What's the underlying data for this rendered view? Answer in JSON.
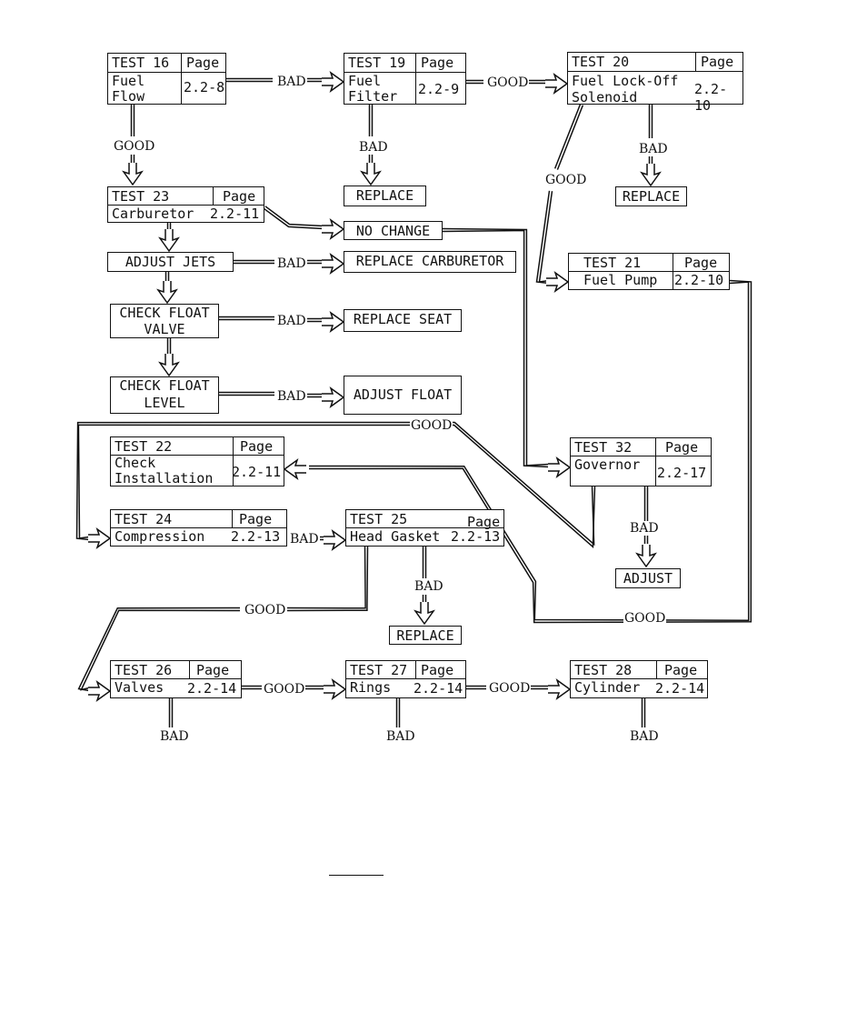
{
  "tests": {
    "t16": {
      "test": "TEST 16",
      "page_hdr": "Page",
      "name_l1": "Fuel",
      "name_l2": "Flow",
      "page": "2.2-8"
    },
    "t19": {
      "test": "TEST 19",
      "page_hdr": "Page",
      "name_l1": "Fuel",
      "name_l2": "Filter",
      "page": "2.2-9"
    },
    "t20": {
      "test": "TEST 20",
      "page_hdr": "Page",
      "name_l1": "Fuel Lock-Off",
      "name_l2": "Solenoid",
      "page": "2.2-10"
    },
    "t23": {
      "test": "TEST 23",
      "page_hdr": "Page",
      "name_l1": "Carburetor",
      "page": "2.2-11"
    },
    "t21": {
      "test": "TEST 21",
      "page_hdr": "Page",
      "name_l1": "Fuel Pump",
      "page": "2.2-10"
    },
    "t22": {
      "test": "TEST 22",
      "page_hdr": "Page",
      "name_l1": "Check",
      "name_l2": "Installation",
      "page": "2.2-11"
    },
    "t32": {
      "test": "TEST 32",
      "page_hdr": "Page",
      "name_l1": "Governor",
      "page": "2.2-17"
    },
    "t24": {
      "test": "TEST 24",
      "page_hdr": "Page",
      "name_l1": "Compression",
      "page": "2.2-13"
    },
    "t25": {
      "test": "TEST 25",
      "page_hdr": "Page",
      "name_l1": "Head Gasket",
      "page": "2.2-13"
    },
    "t26": {
      "test": "TEST 26",
      "page_hdr": "Page",
      "name_l1": "Valves",
      "page": "2.2-14"
    },
    "t27": {
      "test": "TEST 27",
      "page_hdr": "Page",
      "name_l1": "Rings",
      "page": "2.2-14"
    },
    "t28": {
      "test": "TEST 28",
      "page_hdr": "Page",
      "name_l1": "Cylinder",
      "page": "2.2-14"
    }
  },
  "actions": {
    "replace_19": "REPLACE",
    "replace_20": "REPLACE",
    "no_change": "NO CHANGE",
    "adjust_jets": "ADJUST JETS",
    "replace_carb": "REPLACE CARBURETOR",
    "check_float_valve": "CHECK FLOAT\nVALVE",
    "replace_seat": "REPLACE SEAT",
    "check_float_level": "CHECK FLOAT\nLEVEL",
    "adjust_float": "ADJUST FLOAT",
    "adjust_32": "ADJUST",
    "replace_25": "REPLACE"
  },
  "labels": {
    "good": "GOOD",
    "bad": "BAD"
  }
}
